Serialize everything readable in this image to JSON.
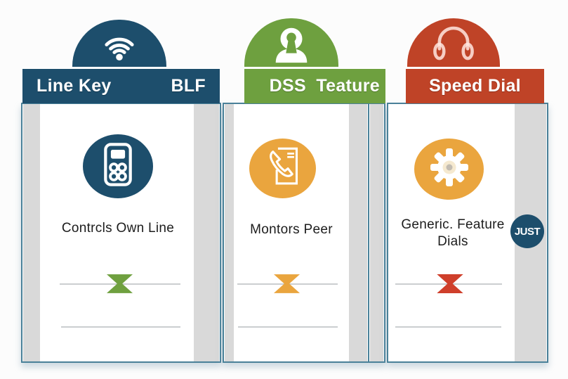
{
  "colors": {
    "navy": "#1d4e6c",
    "green": "#6ea03f",
    "red": "#bf4327",
    "orange": "#eaa53e",
    "teal_border": "#4a8199",
    "green_bowtie": "#6fa03f",
    "red_bowtie": "#cf3f2b"
  },
  "columns": [
    {
      "id": "line-key-blf",
      "dome_icon": "wifi-icon",
      "header": {
        "left_label": "Line Key",
        "right_label": "BLF"
      },
      "circle_icon": "keypad-icon",
      "caption": "Contrcls Own Line",
      "bowtie_icon": "hourglass-icon"
    },
    {
      "id": "dss-feature",
      "dome_icon": "person-keyhole-icon",
      "header": {
        "label": "DSS  Teature"
      },
      "circle_icon": "phone-document-icon",
      "caption": "Montors Peer",
      "bowtie_icon": "hourglass-icon"
    },
    {
      "id": "speed-dial",
      "dome_icon": "headphones-icon",
      "header": {
        "label": "Speed Dial"
      },
      "circle_icon": "gear-icon",
      "caption": "Generic. Feature",
      "caption_line2": "Dials",
      "bowtie_icon": "hourglass-icon"
    }
  ],
  "badge": {
    "label": "JUST"
  }
}
